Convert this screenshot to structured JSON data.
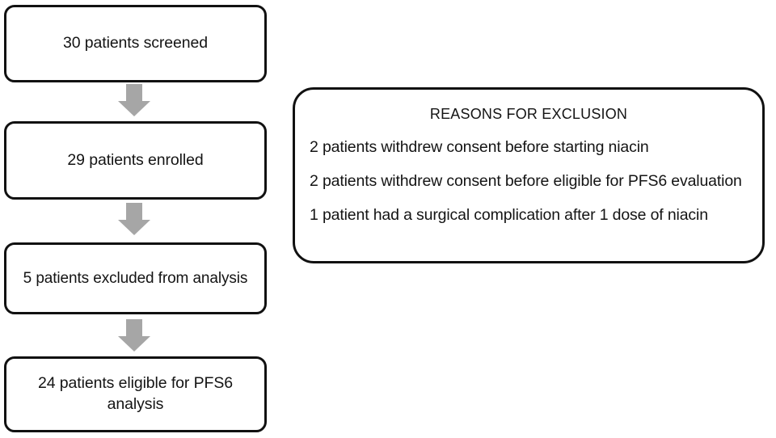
{
  "diagram": {
    "title": "Patient disposition flow diagram",
    "colors": {
      "node_border": "#111111",
      "node_fill": "#ffffff",
      "arrow_fill": "#a6a6a6",
      "text": "#141414"
    },
    "nodes": [
      {
        "id": "screened",
        "label": "30 patients screened"
      },
      {
        "id": "enrolled",
        "label": "29 patients enrolled"
      },
      {
        "id": "excluded",
        "label": "5 patients excluded from analysis"
      },
      {
        "id": "eligible",
        "label": "24 patients eligible for PFS6\nanalysis"
      }
    ],
    "arrows": [
      {
        "id": "arrow-1",
        "direction": "down"
      },
      {
        "id": "arrow-2",
        "direction": "down"
      },
      {
        "id": "arrow-3",
        "direction": "down"
      }
    ],
    "exclusion_panel": {
      "heading": "REASONS FOR EXCLUSION",
      "reasons": [
        "2 patients withdrew consent before starting niacin",
        "2 patients withdrew consent before eligible for PFS6 evaluation",
        "1 patient had a surgical complication after 1 dose of niacin"
      ]
    }
  }
}
